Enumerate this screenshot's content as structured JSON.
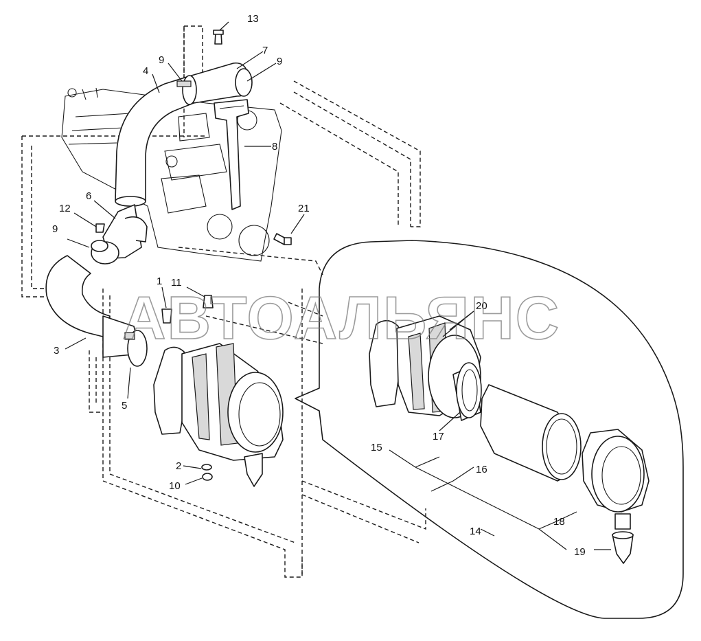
{
  "watermark": "АВТОАЛЬЯНС",
  "callouts": {
    "c1": "1",
    "c2": "2",
    "c3": "3",
    "c4": "4",
    "c5": "5",
    "c6": "6",
    "c7": "7",
    "c8": "8",
    "c9a": "9",
    "c9b": "9",
    "c9c": "9",
    "c10": "10",
    "c11": "11",
    "c12": "12",
    "c13": "13",
    "c14": "14",
    "c15": "15",
    "c16": "16",
    "c17": "17",
    "c18": "18",
    "c19": "19",
    "c20": "20",
    "c21": "21"
  }
}
